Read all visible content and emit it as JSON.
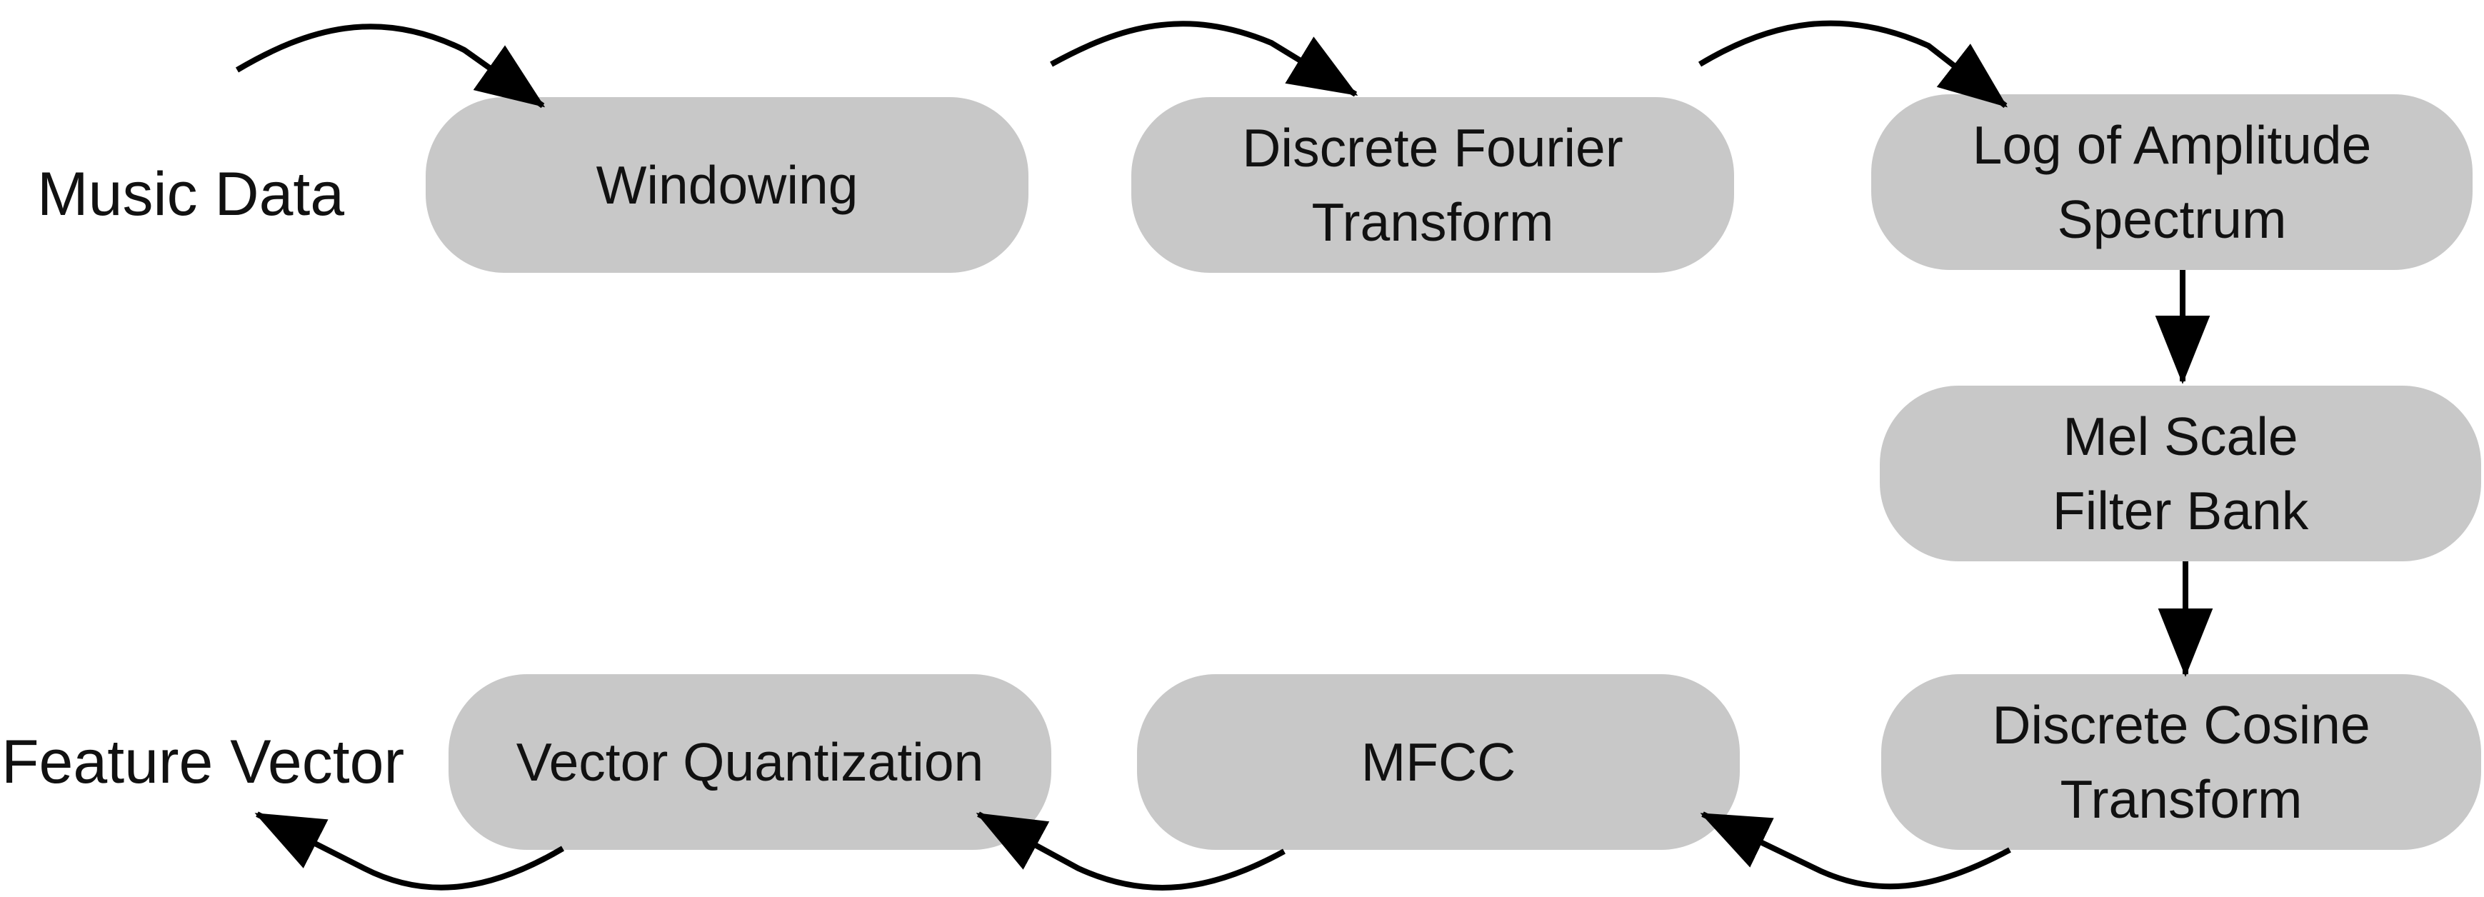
{
  "input_label": "Music Data",
  "output_label": "Feature Vector",
  "steps": [
    {
      "id": "windowing",
      "label": "Windowing"
    },
    {
      "id": "dft",
      "label": "Discrete Fourier\nTransform"
    },
    {
      "id": "log",
      "label": "Log of Amplitude\nSpectrum"
    },
    {
      "id": "mel",
      "label": "Mel Scale\nFilter Bank"
    },
    {
      "id": "dct",
      "label": "Discrete Cosine\nTransform"
    },
    {
      "id": "mfcc",
      "label": "MFCC"
    },
    {
      "id": "vq",
      "label": "Vector Quantization"
    }
  ],
  "colors": {
    "box_fill": "#c8c8c8",
    "text": "#111111",
    "arrow": "#000000"
  }
}
